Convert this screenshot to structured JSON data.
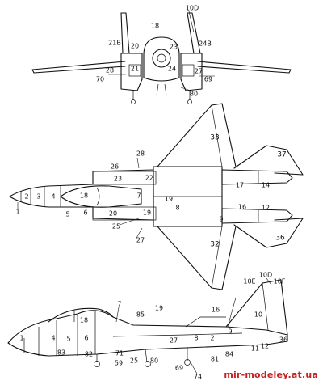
{
  "watermark": "mir-modeley.at.ua",
  "front_view": {
    "labels": [
      "10D",
      "18",
      "21B",
      "20",
      "23",
      "24B",
      "28",
      "21",
      "24",
      "27",
      "70",
      "69",
      "80"
    ]
  },
  "top_view": {
    "labels": [
      "33",
      "37",
      "28",
      "26",
      "22",
      "23",
      "1",
      "2",
      "3",
      "4",
      "18",
      "7",
      "19",
      "17",
      "14",
      "8",
      "5",
      "6",
      "16",
      "12",
      "20",
      "19",
      "9",
      "25",
      "27",
      "32",
      "36"
    ]
  },
  "side_view": {
    "labels": [
      "10D",
      "10E",
      "10F",
      "7",
      "85",
      "19",
      "16",
      "10",
      "18",
      "1",
      "4",
      "5",
      "6",
      "8",
      "2",
      "9",
      "27",
      "83",
      "82",
      "71",
      "59",
      "25",
      "80",
      "69",
      "74",
      "81",
      "84",
      "11",
      "12",
      "36"
    ]
  }
}
